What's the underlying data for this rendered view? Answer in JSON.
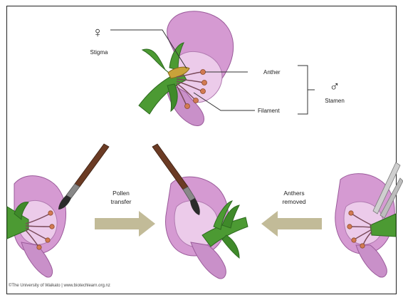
{
  "labels": {
    "stigma": "Stigma",
    "anther": "Anther",
    "filament": "Filament",
    "stamen": "Stamen",
    "female_symbol": "♀",
    "male_symbol": "♂",
    "pollen_transfer_line1": "Pollen",
    "pollen_transfer_line2": "transfer",
    "anthers_removed_line1": "Anthers",
    "anthers_removed_line2": "removed"
  },
  "credit": "©The University of Waikato | www.biotechlearn.org.nz",
  "colors": {
    "petal_light": "#e9c2e6",
    "petal_mid": "#d59ad2",
    "petal_dark": "#b06bb0",
    "sepal_green": "#3f8a2a",
    "sepal_dark": "#2d6a1f",
    "anther_orange": "#d27a52",
    "filament": "#7a4a5a",
    "arrow": "#c2bb98",
    "brush_handle": "#6b3b24",
    "bristle": "#2b2b2b",
    "ferrule": "#888888",
    "stigma_yellow": "#c9a23a",
    "leader_line": "#333333"
  }
}
